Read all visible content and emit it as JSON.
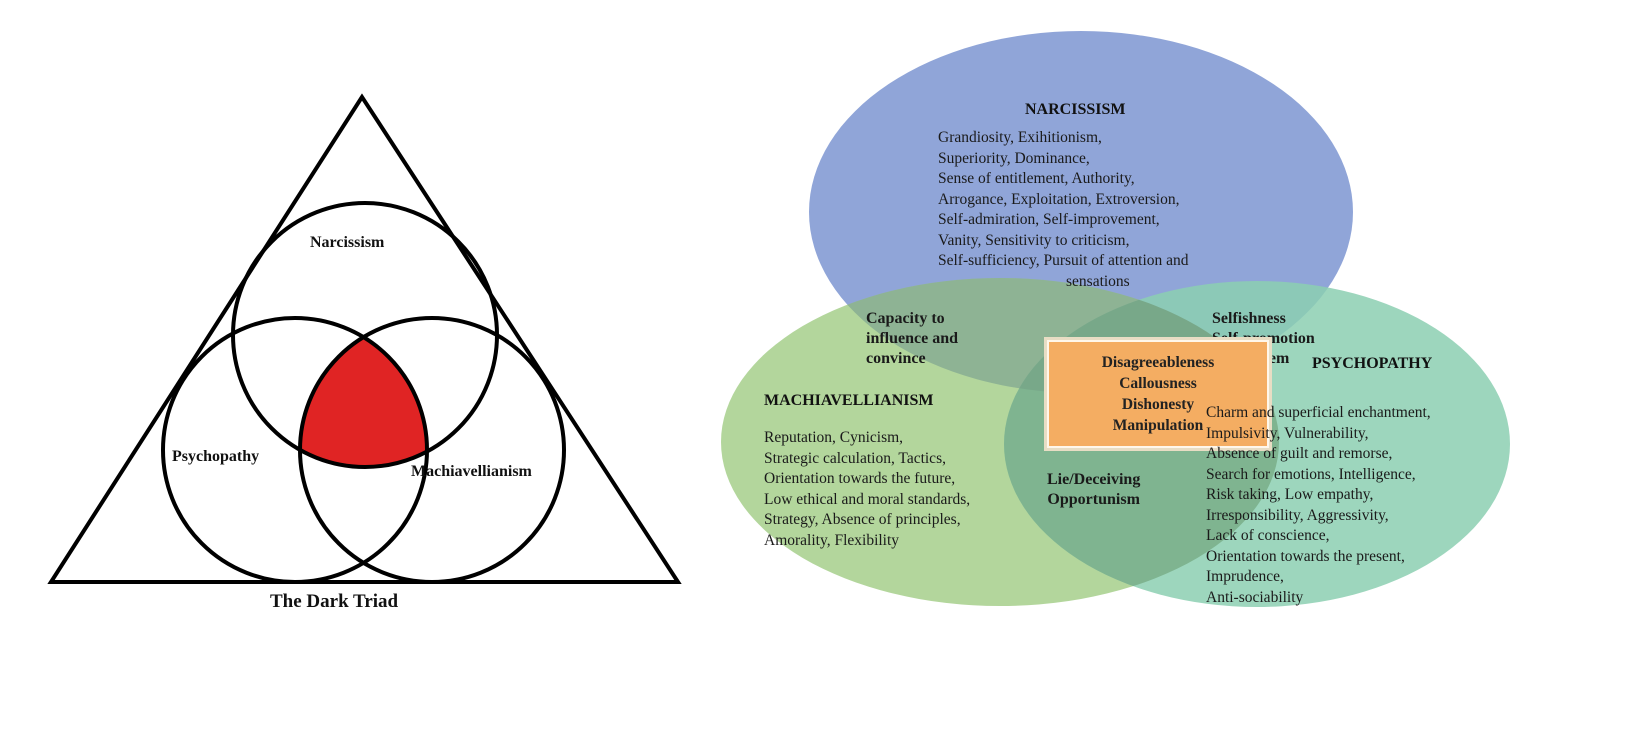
{
  "triad": {
    "narcissism": "Narcissism",
    "psychopathy": "Psychopathy",
    "machiavellianism": "Machiavellianism",
    "caption": "The Dark Triad",
    "center_color": "#e02424"
  },
  "venn": {
    "narcissism": {
      "title": "NARCISSISM",
      "color": "#8aa0d6",
      "traits": [
        "Grandiosity,   Exihitionism,",
        "Superiority,  Dominance,",
        "Sense of entitlement,  Authority,",
        "Arrogance, Exploitation, Extroversion,",
        "Self-admiration,   Self-improvement,",
        "Vanity, Sensitivity to criticism,",
        "Self-sufficiency,  Pursuit of attention and",
        "sensations"
      ]
    },
    "machiavellianism": {
      "title": "MACHIAVELLIANISM",
      "color": "#a9d08e",
      "traits": [
        "Reputation,  Cynicism,",
        "Strategic calculation, Tactics,",
        "Orientation towards the future,",
        "Low ethical and moral standards,",
        "Strategy, Absence of principles,",
        " Amorality, Flexibility"
      ]
    },
    "psychopathy": {
      "title": "PSYCHOPATHY",
      "color": "#8ccfb2",
      "traits": [
        "Charm and superficial enchantment,",
        "Impulsivity, Vulnerability,",
        "Absence of guilt and remorse,",
        "Search for emotions, Intelligence,",
        "Risk taking, Low empathy,",
        "Irresponsibility,  Aggressivity,",
        "Lack of conscience,",
        "Orientation towards the present,",
        "Imprudence,",
        "Anti-sociability"
      ]
    },
    "overlap_narc_mach": [
      "Capacity to",
      "influence and",
      "convince"
    ],
    "overlap_narc_psych": [
      "Selfishness",
      "Self-promotion",
      "Self-esteem"
    ],
    "overlap_mach_psych": [
      "Lie/Deceiving",
      "Opportunism"
    ],
    "core": {
      "color": "#f4ad62",
      "traits": [
        "Disagreeableness",
        "Callousness",
        "Dishonesty",
        "Manipulation"
      ]
    }
  }
}
